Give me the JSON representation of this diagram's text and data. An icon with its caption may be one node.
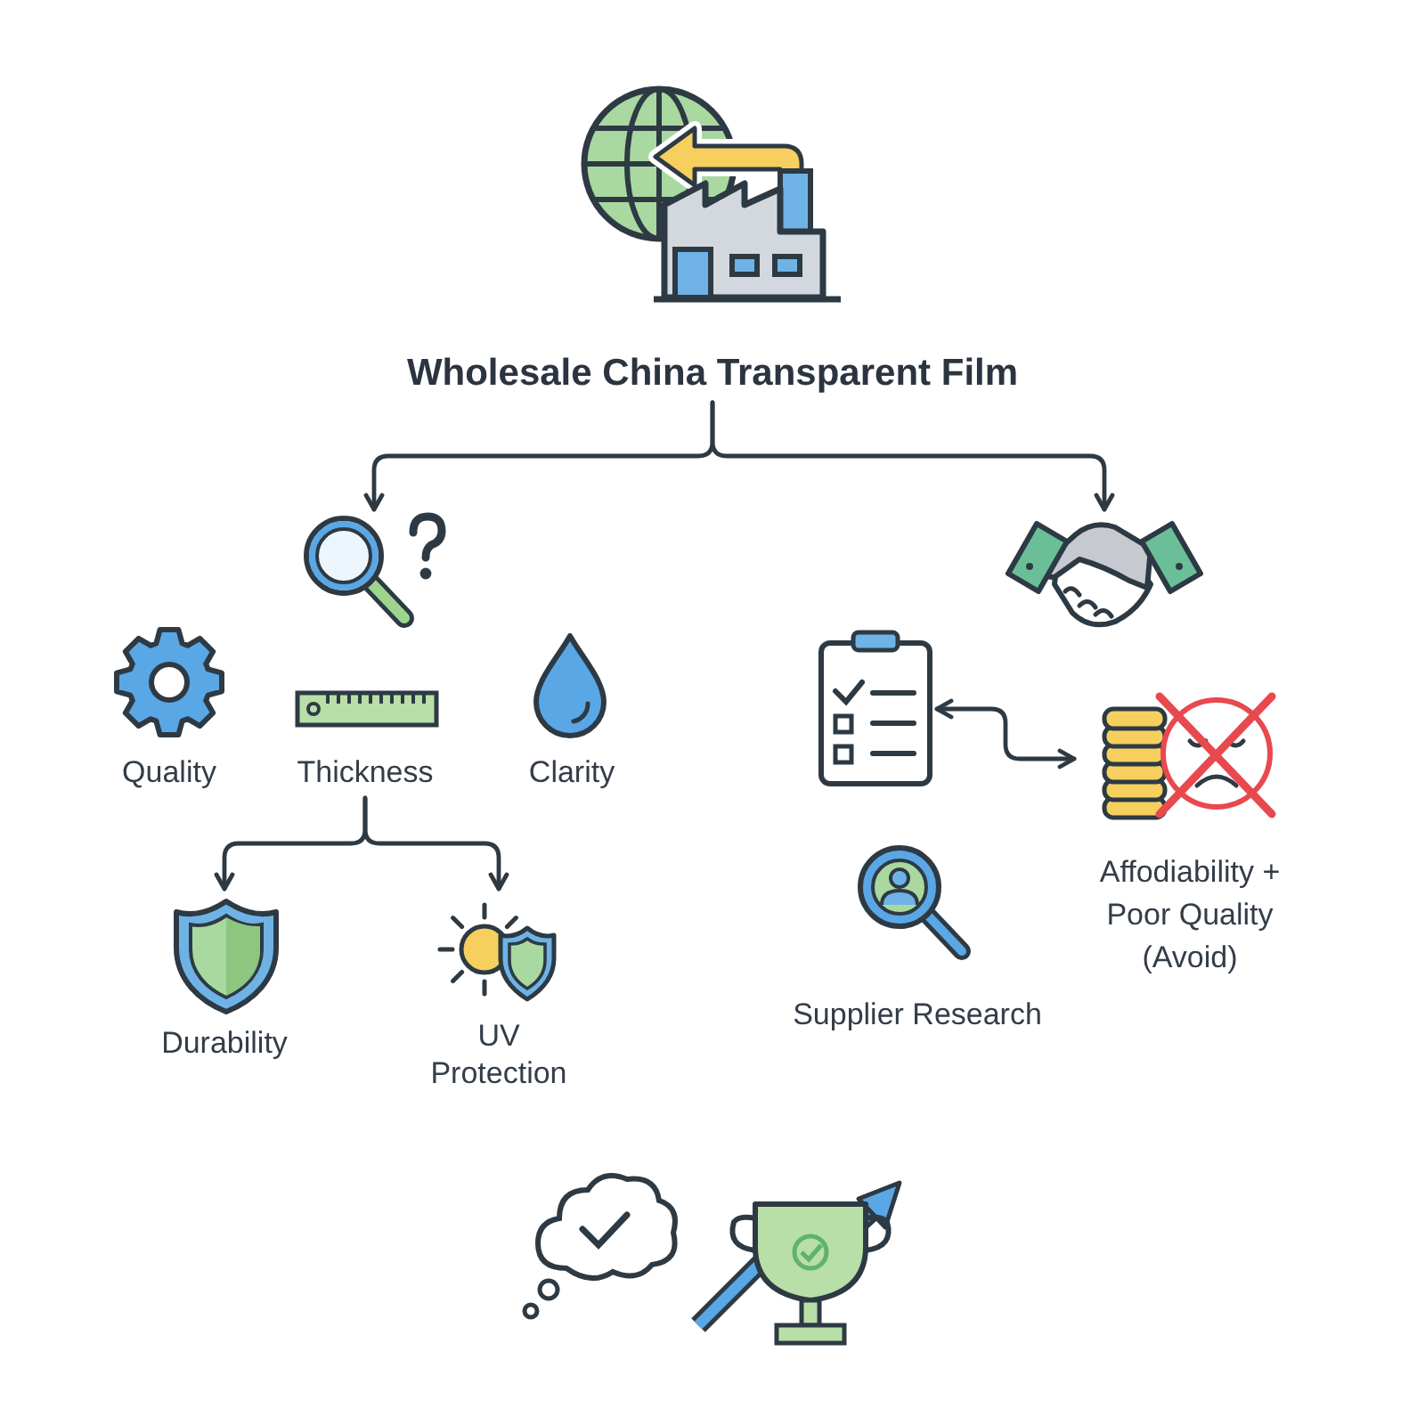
{
  "diagram": {
    "nodes": [
      {
        "text": [
          "Wholesale China Transparent Film"
        ]
      },
      {
        "text": [],
        "shape": "picture"
      },
      {
        "text": [],
        "shape": "picture"
      },
      {
        "text": [
          "Quality"
        ]
      },
      {
        "text": [
          "Thickness"
        ]
      },
      {
        "text": [
          "Clarity"
        ]
      },
      {
        "text": [],
        "shape": "picture"
      },
      {
        "text": [
          "Affodiability + Poor Quality (Avoid)"
        ]
      },
      {
        "text": [
          "Durability"
        ]
      },
      {
        "text": [
          "UV Protection"
        ]
      },
      {
        "text": [
          "Supplier Research"
        ]
      },
      {
        "text": [],
        "shape": "cloud"
      },
      {
        "text": [],
        "shape": "picture"
      }
    ],
    "edges": [
      {
        "from": 0,
        "to": 1,
        "arrow": "to"
      },
      {
        "from": 0,
        "to": 2,
        "arrow": "to"
      },
      {
        "from": 4,
        "to": 8,
        "arrow": "to"
      },
      {
        "from": 4,
        "to": 9,
        "arrow": "to"
      },
      {
        "from": 6,
        "to": 7,
        "arrow": "both"
      }
    ]
  }
}
